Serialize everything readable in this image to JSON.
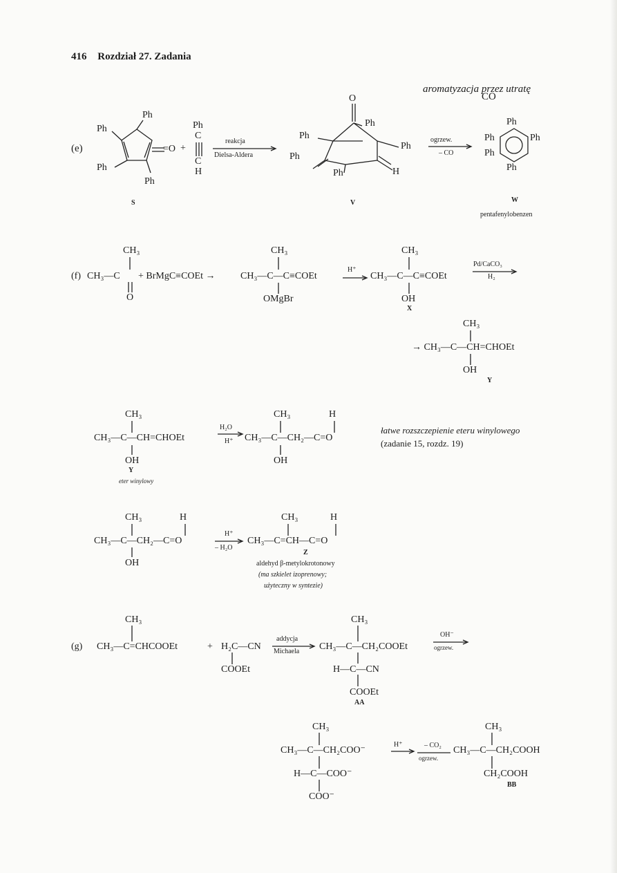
{
  "header": {
    "page_number": "416",
    "chapter": "Rozdział 27. Zadania"
  },
  "e": {
    "label": "(e)",
    "note": "aromatyzacja przez utratę",
    "note_co": "CO",
    "s_ph": [
      "Ph",
      "Ph",
      "Ph",
      "Ph"
    ],
    "s_carbonyl": "=O",
    "plus": "+",
    "alkyne": [
      "Ph",
      "C",
      "C",
      "H"
    ],
    "arrow1_top": "reakcja",
    "arrow1_bottom": "Dielsa-Aldera",
    "v_o": "O",
    "v_ph": [
      "Ph",
      "Ph",
      "Ph",
      "Ph",
      "Ph"
    ],
    "v_h": "H",
    "arrow2_top": "ogrzew.",
    "arrow2_bottom": "– CO",
    "w_ph": [
      "Ph",
      "Ph",
      "Ph",
      "Ph",
      "Ph"
    ],
    "label_s": "S",
    "label_v": "V",
    "label_w": "W",
    "w_name": "pentafenylobenzen"
  },
  "f": {
    "label": "(f)",
    "ch3": "CH₃",
    "ketone": "CH₃—C",
    "o": "O",
    "reagent": "+ BrMgC≡COEt →",
    "mid": "CH₃—C—C≡COEt",
    "omgbr": "OMgBr",
    "hplus": "H⁺",
    "prod": "CH₃—C—C≡COEt",
    "oh": "OH",
    "label_x": "X",
    "cat_top": "Pd/CaCO₃",
    "cat_bottom": "H₂",
    "y_line": "→ CH₃—C—CH=CHOEt",
    "label_y": "Y"
  },
  "hydrolysis": {
    "ch3": "CH₃",
    "h": "H",
    "left": "CH₃—C—CH=CHOEt",
    "arrow_top": "H₂O",
    "arrow_bottom": "H⁺",
    "right": "CH₃—C—CH₂—C=O",
    "oh": "OH",
    "label_y": "Y",
    "eter": "eter winylowy",
    "note1": "łatwe rozszczepienie eteru winylowego",
    "note2": "(zadanie 15, rozdz. 19)"
  },
  "dehydration": {
    "ch3": "CH₃",
    "h": "H",
    "left": "CH₃—C—CH₂—C=O",
    "arrow_top": "H⁺",
    "arrow_bottom": "– H₂O",
    "right": "CH₃—C=CH—C=O",
    "oh": "OH",
    "label_z": "Z",
    "name1": "aldehyd β-metylokrotonowy",
    "name2": "(ma szkielet izoprenowy;",
    "name3": "użyteczny w syntezie)"
  },
  "g": {
    "label": "(g)",
    "ch3": "CH₃",
    "ester": "CH₃—C=CHCOOEt",
    "plus": "+",
    "malon": "H₂C—CN",
    "cooet": "COOEt",
    "arrow_top": "addycja",
    "arrow_bottom": "Michaela",
    "aa_line": "CH₃—C—CH₂COOEt",
    "hccn": "H—C—CN",
    "label_aa": "AA",
    "arrow2_top": "OH⁻",
    "arrow2_bottom": "ogrzew."
  },
  "final": {
    "ch3": "CH₃",
    "anion_line": "CH₃—C—CH₂COO⁻",
    "hcoo": "H—C—COO⁻",
    "coo": "COO⁻",
    "hplus": "H⁺",
    "co2_top": "– CO₂",
    "co2_bottom": "ogrzew.",
    "bb_line": "CH₃—C—CH₂COOH",
    "ch2cooh": "CH₂COOH",
    "label_bb": "BB"
  }
}
